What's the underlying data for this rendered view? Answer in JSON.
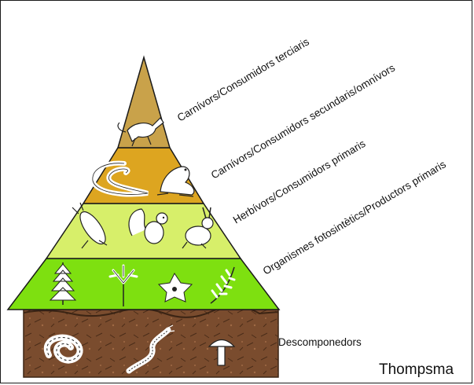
{
  "colors": {
    "tier_top": "#c9a24a",
    "tier_secondary": "#dda520",
    "tier_primary": "#d7ef6a",
    "tier_producers": "#7ee010",
    "soil": "#7a4c2e",
    "soil_dark": "#4a2c18",
    "outline": "#1a1a1a"
  },
  "levels": [
    {
      "label": "Carnívors/Consumidors terciaris",
      "icons": [
        "fox-icon"
      ]
    },
    {
      "label": "Carnívors/Consumidors secundaris/omnívors",
      "icons": [
        "snake-icon",
        "frog-icon"
      ]
    },
    {
      "label": "Herbívors/Consumidors primaris",
      "icons": [
        "beetle-icon",
        "squirrel-icon",
        "rabbit-icon"
      ]
    },
    {
      "label": "Organismes fotosintètics/Productors primaris",
      "icons": [
        "pine-tree-icon",
        "shrub-icon",
        "flower-icon",
        "fern-icon"
      ]
    }
  ],
  "decomposers": {
    "label": "Descomponedors",
    "icons": [
      "worm-icon",
      "centipede-icon",
      "mushroom-icon"
    ]
  },
  "credit": "Thompsma"
}
